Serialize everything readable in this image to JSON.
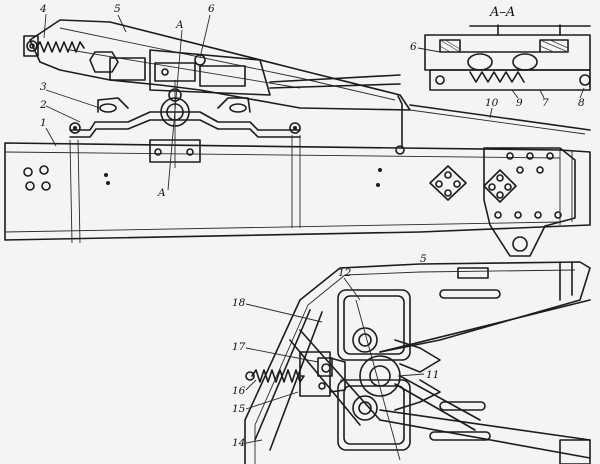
{
  "section_title": "A–A",
  "section_marks": [
    "A",
    "A"
  ],
  "callouts": [
    "1",
    "2",
    "3",
    "4",
    "5",
    "6",
    "6",
    "7",
    "8",
    "9",
    "10",
    "11",
    "12",
    "14",
    "15",
    "16",
    "17",
    "18",
    "5"
  ]
}
